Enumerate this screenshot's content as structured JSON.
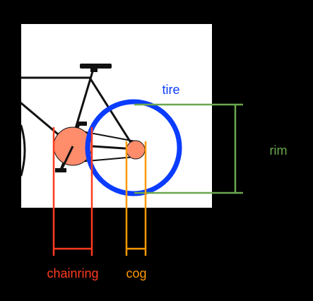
{
  "labels": {
    "tire": "tire",
    "rim": "rim",
    "chainring": "chainring",
    "cog": "cog"
  },
  "colors": {
    "background": "#000000",
    "panel": "#ffffff",
    "frame": "#111111",
    "tire": "#0a3cff",
    "rim": "#6aa84f",
    "chainring": "#ff3b1f",
    "cog": "#ff9900",
    "gear_fill": "#ff8c6b"
  }
}
